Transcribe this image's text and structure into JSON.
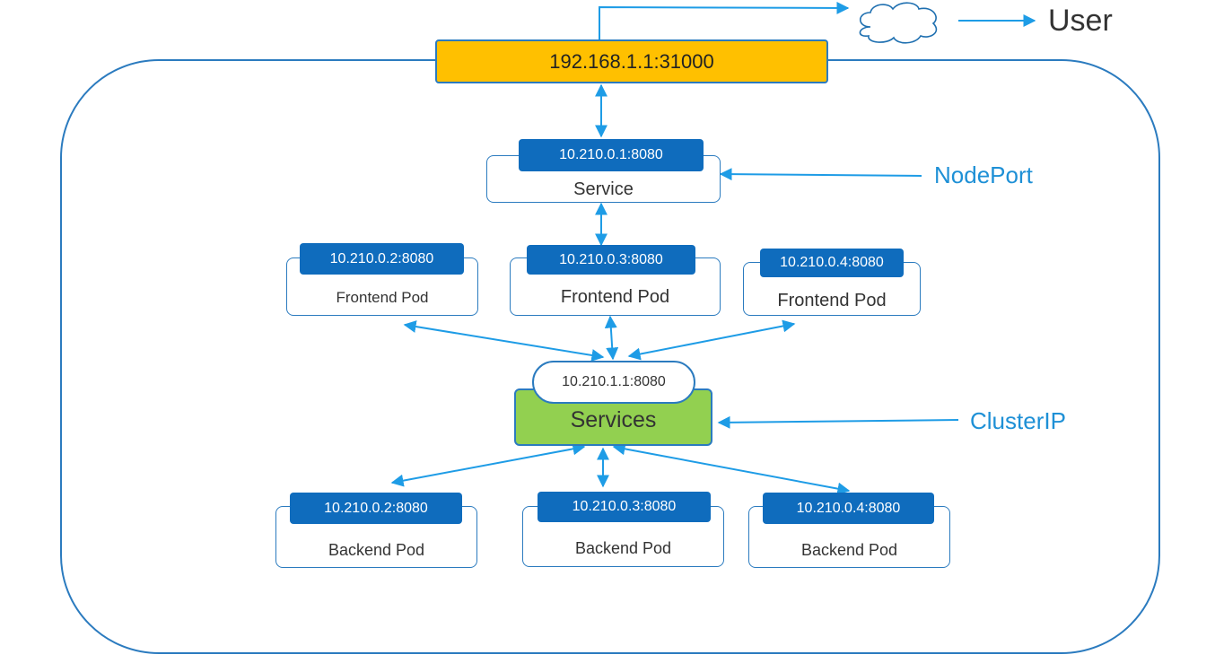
{
  "user": {
    "label": "User"
  },
  "node": {
    "address": "192.168.1.1:31000"
  },
  "nodeport": {
    "label": "NodePort",
    "ip": "10.210.0.1:8080",
    "name": "Service"
  },
  "frontend_pods": [
    {
      "ip": "10.210.0.2:8080",
      "name": "Frontend Pod"
    },
    {
      "ip": "10.210.0.3:8080",
      "name": "Frontend Pod"
    },
    {
      "ip": "10.210.0.4:8080",
      "name": "Frontend Pod"
    }
  ],
  "clusterip": {
    "label": "ClusterIP",
    "ip": "10.210.1.1:8080",
    "name": "Services"
  },
  "backend_pods": [
    {
      "ip": "10.210.0.2:8080",
      "name": "Backend Pod"
    },
    {
      "ip": "10.210.0.3:8080",
      "name": "Backend Pod"
    },
    {
      "ip": "10.210.0.4:8080",
      "name": "Backend Pod"
    }
  ],
  "colors": {
    "arrow": "#1e9ce6",
    "border": "#2b7bbf",
    "node": "#ffc000",
    "services": "#92d050",
    "tag": "#0f6cbd"
  }
}
